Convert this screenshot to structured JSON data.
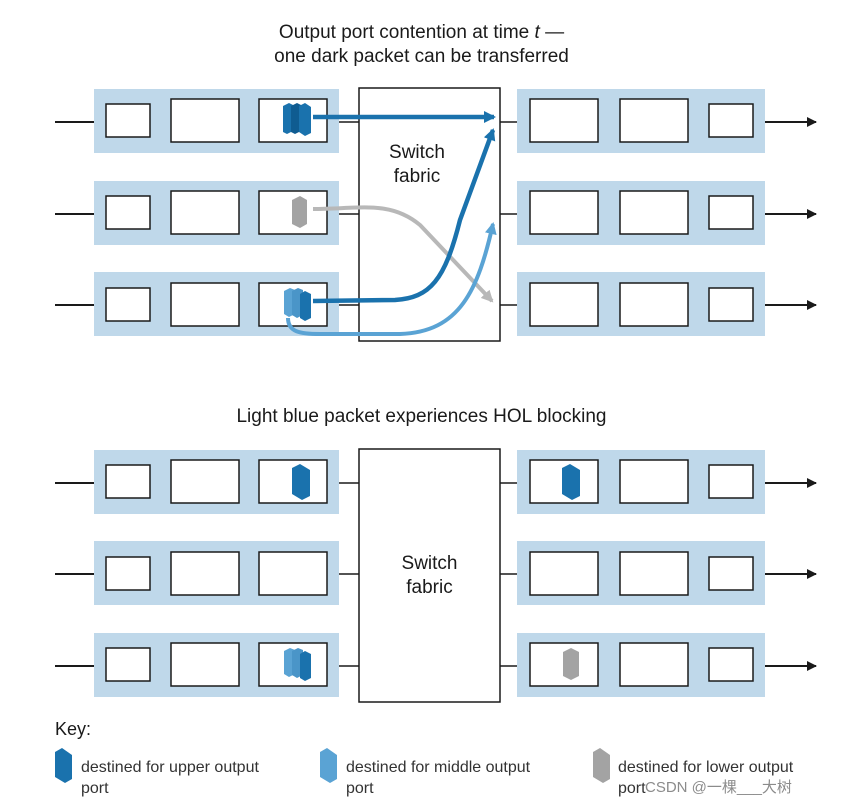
{
  "top": {
    "title_line1": "Output port contention at time ",
    "title_time": "t",
    "title_dash": " —",
    "title_line2": "one dark packet can be transferred",
    "fabric_line1": "Switch",
    "fabric_line2": "fabric"
  },
  "bottom": {
    "title": "Light blue packet experiences HOL blocking",
    "fabric_line1": "Switch",
    "fabric_line2": "fabric"
  },
  "key": {
    "title": "Key:",
    "items": [
      {
        "line1": "destined for upper output",
        "line2": "port",
        "color": "#1a72ad"
      },
      {
        "line1": "destined for middle output",
        "line2": "port",
        "color": "#5aa3d4"
      },
      {
        "line1": "destined for lower output",
        "line2": "port",
        "color": "#a3a3a3"
      }
    ]
  },
  "colors": {
    "port_background": "#bfd8ea",
    "dark_packet": "#1a72ad",
    "light_packet": "#5aa3d4",
    "gray_packet": "#a3a3a3"
  },
  "watermark": "CSDN @一棵___大树"
}
